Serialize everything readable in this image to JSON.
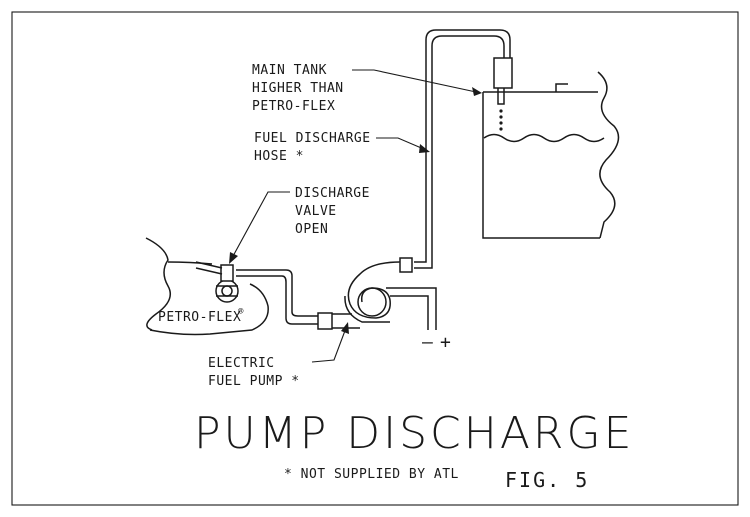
{
  "diagram": {
    "title": "PUMP DISCHARGE",
    "figure_label": "FIG. 5",
    "footnote": "* NOT SUPPLIED BY ATL",
    "labels": {
      "main_tank": [
        "MAIN TANK",
        "HIGHER THAN",
        "PETRO-FLEX"
      ],
      "hose": [
        "FUEL DISCHARGE",
        "HOSE *"
      ],
      "valve": [
        "DISCHARGE",
        "VALVE",
        "OPEN"
      ],
      "pump": [
        "ELECTRIC",
        "FUEL PUMP *"
      ],
      "petroflex": "PETRO-FLEX",
      "registered_mark": "®",
      "minus": "–",
      "plus": "+"
    }
  }
}
